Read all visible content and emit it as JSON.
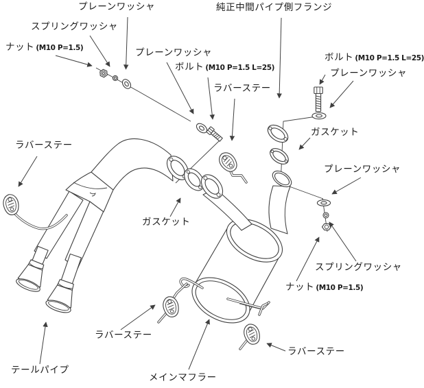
{
  "diagram_type": "exhaust-system-exploded-parts-diagram",
  "colors": {
    "background": "#ffffff",
    "line": "#3f3f3f",
    "text": "#1a1a1a"
  },
  "labels": {
    "plain_washer_top": {
      "text": "プレーンワッシャ"
    },
    "spring_washer_top": {
      "text": "スプリングワッシャ"
    },
    "nut_top": {
      "text": "ナット",
      "spec": "(M10 P=1.5)"
    },
    "oem_pipe_flange": {
      "text": "純正中間パイプ側フランジ"
    },
    "plain_washer_mid": {
      "text": "プレーンワッシャ"
    },
    "bolt_mid": {
      "text": "ボルト",
      "spec": "(M10 P=1.5 L=25)"
    },
    "rubber_stay_top": {
      "text": "ラバーステー"
    },
    "bolt_right": {
      "text": "ボルト",
      "spec": "(M10 P=1.5 L=25)"
    },
    "plain_washer_right_top": {
      "text": "プレーンワッシャ"
    },
    "gasket_right": {
      "text": "ガスケット"
    },
    "plain_washer_right": {
      "text": "プレーンワッシャ"
    },
    "spring_washer_right": {
      "text": "スプリングワッシャ"
    },
    "nut_right": {
      "text": "ナット",
      "spec": "(M10 P=1.5)"
    },
    "rubber_stay_left": {
      "text": "ラバーステー"
    },
    "gasket_left": {
      "text": "ガスケット"
    },
    "rubber_stay_bottom_left": {
      "text": "ラバーステー"
    },
    "tail_pipe": {
      "text": "テールパイプ"
    },
    "main_muffler": {
      "text": "メインマフラー"
    },
    "rubber_stay_bottom_right": {
      "text": "ラバーステー"
    }
  }
}
